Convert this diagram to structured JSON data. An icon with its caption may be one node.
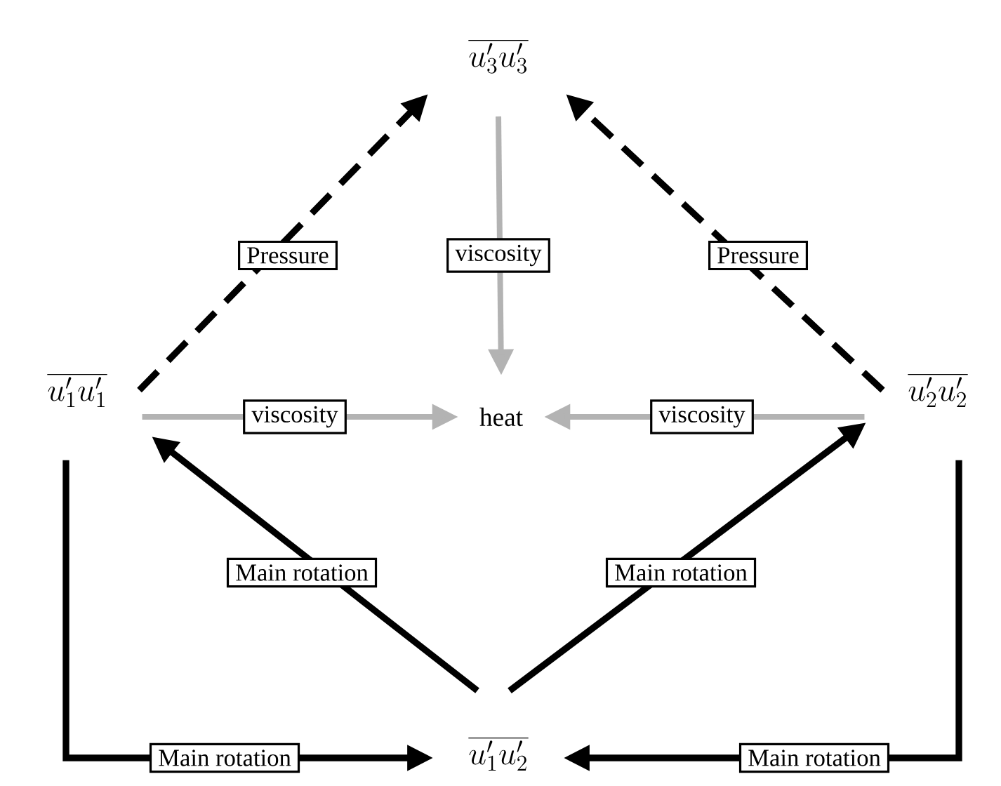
{
  "diagram": {
    "nodes": [
      {
        "text": [
          "\\overline{u_3'u_3'}"
        ]
      },
      {
        "text": [
          "\\overline{u_1'u_1'}"
        ]
      },
      {
        "text": [
          "heat"
        ]
      },
      {
        "text": [
          "\\overline{u_2'u_2'}"
        ]
      },
      {
        "text": [
          "\\overline{u_1'u_2'}"
        ]
      }
    ],
    "edges": [
      {
        "from": 1,
        "to": 0,
        "arrow": "to",
        "label": "Pressure",
        "style": "dashed"
      },
      {
        "from": 3,
        "to": 0,
        "arrow": "to",
        "label": "Pressure",
        "style": "dashed"
      },
      {
        "from": 0,
        "to": 2,
        "arrow": "to",
        "label": "viscosity",
        "color": "#b3b3b3"
      },
      {
        "from": 1,
        "to": 2,
        "arrow": "to",
        "label": "viscosity",
        "color": "#b3b3b3"
      },
      {
        "from": 3,
        "to": 2,
        "arrow": "to",
        "label": "viscosity",
        "color": "#b3b3b3"
      },
      {
        "from": 4,
        "to": 1,
        "arrow": "to",
        "label": "Main rotation"
      },
      {
        "from": 4,
        "to": 3,
        "arrow": "to",
        "label": "Main rotation"
      },
      {
        "from": 1,
        "to": 4,
        "arrow": "to",
        "label": "Main rotation"
      },
      {
        "from": 3,
        "to": 4,
        "arrow": "to",
        "label": "Main rotation"
      }
    ]
  }
}
